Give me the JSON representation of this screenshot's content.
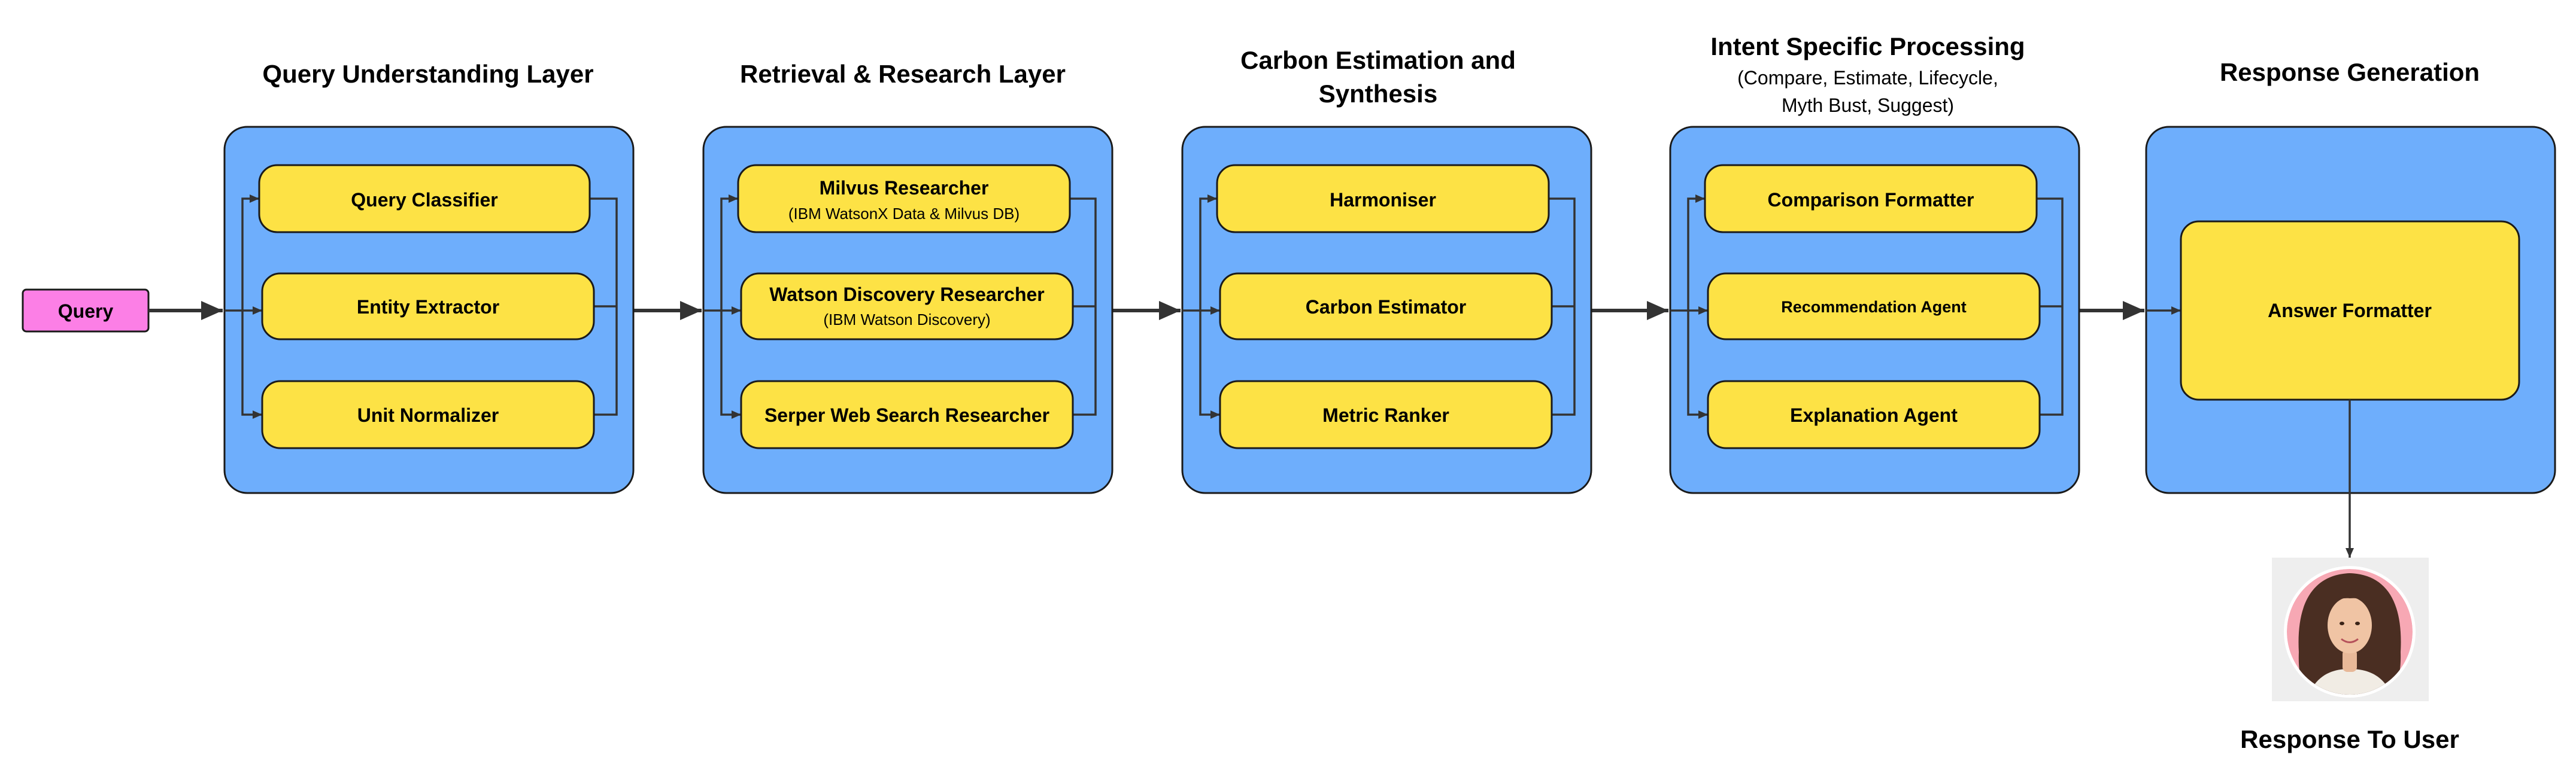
{
  "query": {
    "label": "Query"
  },
  "layers": [
    {
      "title_lines": [
        "Query Understanding Layer"
      ],
      "subtitle_lines": [],
      "nodes": [
        {
          "label": "Query Classifier",
          "sub": ""
        },
        {
          "label": "Entity Extractor",
          "sub": ""
        },
        {
          "label": "Unit Normalizer",
          "sub": ""
        }
      ]
    },
    {
      "title_lines": [
        "Retrieval & Research Layer"
      ],
      "subtitle_lines": [],
      "nodes": [
        {
          "label": "Milvus Researcher",
          "sub": "(IBM WatsonX Data & Milvus DB)"
        },
        {
          "label": "Watson Discovery Researcher",
          "sub": "(IBM Watson Discovery)"
        },
        {
          "label": "Serper Web Search Researcher",
          "sub": ""
        }
      ]
    },
    {
      "title_lines": [
        "Carbon Estimation and",
        "Synthesis"
      ],
      "subtitle_lines": [],
      "nodes": [
        {
          "label": "Harmoniser",
          "sub": ""
        },
        {
          "label": "Carbon Estimator",
          "sub": ""
        },
        {
          "label": "Metric Ranker",
          "sub": ""
        }
      ]
    },
    {
      "title_lines": [
        "Intent Specific Processing"
      ],
      "subtitle_lines": [
        "(Compare, Estimate, Lifecycle,",
        "Myth Bust, Suggest)"
      ],
      "nodes": [
        {
          "label": "Comparison Formatter",
          "sub": ""
        },
        {
          "label": "Recommendation Agent",
          "sub": ""
        },
        {
          "label": "Explanation Agent",
          "sub": ""
        }
      ]
    },
    {
      "title_lines": [
        "Response Generation"
      ],
      "subtitle_lines": [],
      "nodes": [
        {
          "label": "Answer Formatter",
          "sub": ""
        }
      ]
    }
  ],
  "output": {
    "label": "Response To User"
  },
  "colors": {
    "layer_fill": "#6eaefc",
    "node_fill": "#fde245",
    "query_fill": "#fc7fe6",
    "arrow": "#333333",
    "avatar_bg": "#f7a8b4"
  },
  "icons": {
    "user_avatar": "person-avatar-icon"
  }
}
